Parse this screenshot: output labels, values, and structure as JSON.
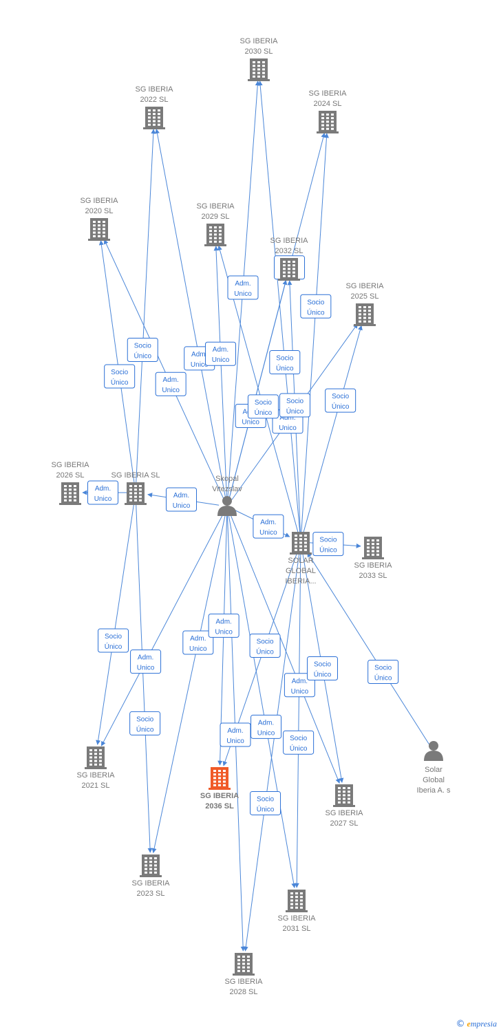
{
  "nodes": [
    {
      "id": "sg2030",
      "type": "company",
      "l1": "SG IBERIA",
      "l2": "2030  SL",
      "icon": "building-icon"
    },
    {
      "id": "sg2022",
      "type": "company",
      "l1": "SG IBERIA",
      "l2": "2022  SL",
      "icon": "building-icon"
    },
    {
      "id": "sg2024",
      "type": "company",
      "l1": "SG IBERIA",
      "l2": "2024  SL",
      "icon": "building-icon"
    },
    {
      "id": "sg2020",
      "type": "company",
      "l1": "SG IBERIA",
      "l2": "2020  SL",
      "icon": "building-icon"
    },
    {
      "id": "sg2029",
      "type": "company",
      "l1": "SG IBERIA",
      "l2": "2029  SL",
      "icon": "building-icon"
    },
    {
      "id": "sg2032",
      "type": "company",
      "l1": "SG IBERIA",
      "l2": "2032  SL",
      "icon": "building-icon"
    },
    {
      "id": "sg2025",
      "type": "company",
      "l1": "SG IBERIA",
      "l2": "2025  SL",
      "icon": "building-icon"
    },
    {
      "id": "sg2026",
      "type": "company",
      "l1": "SG IBERIA",
      "l2": "2026  SL",
      "icon": "building-icon"
    },
    {
      "id": "sgsl",
      "type": "company",
      "l1": "SG IBERIA  SL",
      "l2": "",
      "icon": "building-icon"
    },
    {
      "id": "skopal",
      "type": "person",
      "l1": "Skopal",
      "l2": "Vitezslav",
      "icon": "person-icon"
    },
    {
      "id": "solar",
      "type": "company",
      "l1": "SOLAR",
      "l2": "GLOBAL",
      "l3": "IBERIA...",
      "icon": "building-icon"
    },
    {
      "id": "sg2033",
      "type": "company",
      "l1": "SG IBERIA",
      "l2": "2033  SL",
      "icon": "building-icon"
    },
    {
      "id": "sg2021",
      "type": "company",
      "l1": "SG IBERIA",
      "l2": "2021  SL",
      "icon": "building-icon"
    },
    {
      "id": "sg2036",
      "type": "company",
      "l1": "SG IBERIA",
      "l2": "2036  SL",
      "icon": "building-icon",
      "focus": true
    },
    {
      "id": "sga",
      "type": "person",
      "l1": "Solar",
      "l2": "Global",
      "l3": "Iberia A. s",
      "icon": "person-icon"
    },
    {
      "id": "sg2027",
      "type": "company",
      "l1": "SG IBERIA",
      "l2": "2027  SL",
      "icon": "building-icon"
    },
    {
      "id": "sg2023",
      "type": "company",
      "l1": "SG IBERIA",
      "l2": "2023  SL",
      "icon": "building-icon"
    },
    {
      "id": "sg2031",
      "type": "company",
      "l1": "SG IBERIA",
      "l2": "2031  SL",
      "icon": "building-icon"
    },
    {
      "id": "sg2028",
      "type": "company",
      "l1": "SG IBERIA",
      "l2": "2028  SL",
      "icon": "building-icon"
    }
  ],
  "edges": [
    {
      "from": "sgsl",
      "to": "sg2022",
      "l1": "Socio",
      "l2": "Único"
    },
    {
      "from": "sgsl",
      "to": "sg2020",
      "l1": "Socio",
      "l2": "Único"
    },
    {
      "from": "sgsl",
      "to": "sg2026",
      "l1": "Adm.",
      "l2": "Unico"
    },
    {
      "from": "sgsl",
      "to": "sg2021",
      "l1": "Socio",
      "l2": "Único"
    },
    {
      "from": "sgsl",
      "to": "sg2023",
      "l1": "Socio",
      "l2": "Único"
    },
    {
      "from": "skopal",
      "to": "sg2022",
      "l1": "Adm.",
      "l2": "Unico"
    },
    {
      "from": "skopal",
      "to": "sg2020",
      "l1": "Adm.",
      "l2": "Unico"
    },
    {
      "from": "skopal",
      "to": "sg2030",
      "l1": "Adm.",
      "l2": "Unico"
    },
    {
      "from": "skopal",
      "to": "sg2029",
      "l1": "Adm.",
      "l2": "Unico"
    },
    {
      "from": "skopal",
      "to": "sg2024",
      "l1": "Adm.",
      "l2": "Unico"
    },
    {
      "from": "skopal",
      "to": "sg2032",
      "l1": "Adm.",
      "l2": "Unico"
    },
    {
      "from": "skopal",
      "to": "sg2025",
      "l1": "Adm.",
      "l2": "Unico"
    },
    {
      "from": "skopal",
      "to": "sgsl",
      "l1": "Adm.",
      "l2": "Unico"
    },
    {
      "from": "skopal",
      "to": "solar",
      "l1": "Adm.",
      "l2": "Unico"
    },
    {
      "from": "skopal",
      "to": "sg2021",
      "l1": "Adm.",
      "l2": "Unico"
    },
    {
      "from": "skopal",
      "to": "sg2023",
      "l1": "Adm.",
      "l2": "Unico"
    },
    {
      "from": "skopal",
      "to": "sg2036",
      "l1": "Adm.",
      "l2": "Unico"
    },
    {
      "from": "skopal",
      "to": "sg2028",
      "l1": "Adm.",
      "l2": "Unico"
    },
    {
      "from": "skopal",
      "to": "sg2031",
      "l1": "Adm.",
      "l2": "Unico"
    },
    {
      "from": "skopal",
      "to": "sg2027",
      "l1": "Adm.",
      "l2": "Unico"
    },
    {
      "from": "solar",
      "to": "sg2030",
      "l1": "Socio",
      "l2": "Único"
    },
    {
      "from": "solar",
      "to": "sg2029",
      "l1": "Socio",
      "l2": "Único"
    },
    {
      "from": "solar",
      "to": "sg2032",
      "l1": "Socio",
      "l2": "Único"
    },
    {
      "from": "solar",
      "to": "sg2024",
      "l1": "Socio",
      "l2": "Único"
    },
    {
      "from": "solar",
      "to": "sg2025",
      "l1": "Socio",
      "l2": "Único"
    },
    {
      "from": "solar",
      "to": "sg2033",
      "l1": "Socio",
      "l2": "Único"
    },
    {
      "from": "solar",
      "to": "sg2036",
      "l1": "Socio",
      "l2": "Único"
    },
    {
      "from": "solar",
      "to": "sg2027",
      "l1": "Socio",
      "l2": "Único"
    },
    {
      "from": "solar",
      "to": "sg2031",
      "l1": "Socio",
      "l2": "Único"
    },
    {
      "from": "solar",
      "to": "sg2028",
      "l1": "Socio",
      "l2": "Único"
    },
    {
      "from": "sga",
      "to": "solar",
      "l1": "Socio",
      "l2": "Único"
    }
  ],
  "colors": {
    "edge": "#4a86d8",
    "label_border": "#2a6fd6",
    "icon": "#7a7a7a",
    "focus": "#f05a28",
    "text": "#777777"
  },
  "footer": {
    "copyright": "©",
    "brand_initial": "e",
    "brand_rest": "mpresia"
  }
}
